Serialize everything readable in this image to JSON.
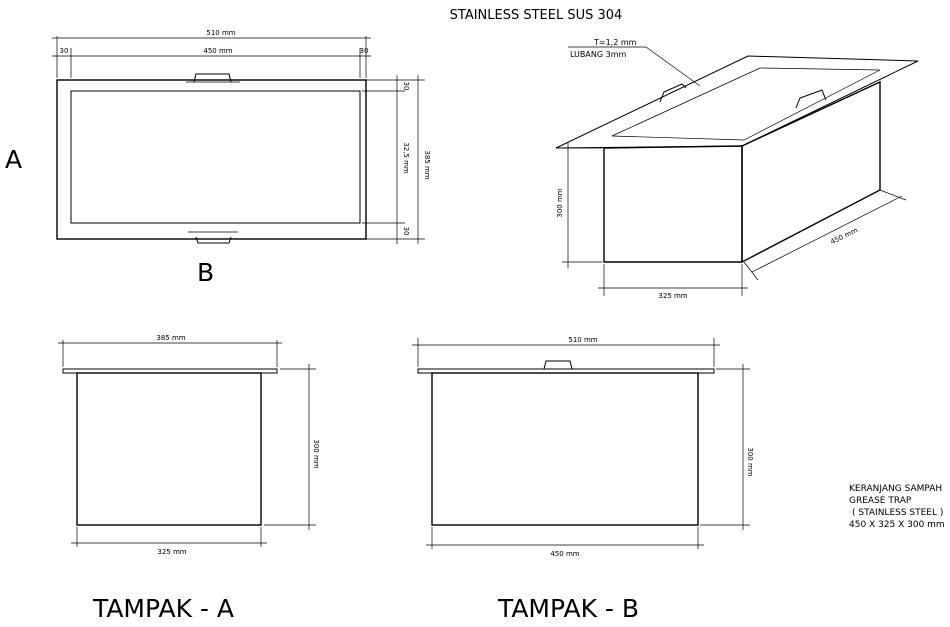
{
  "title": "STAINLESS STEEL  SUS 304",
  "views": {
    "label_a": "A",
    "label_b": "B",
    "tampak_a": "TAMPAK - A",
    "tampak_b": "TAMPAK - B"
  },
  "top_view": {
    "dim_overall_width": "510 mm",
    "dim_inner_width": "450 mm",
    "dim_side_left": "30",
    "dim_side_right": "30",
    "dim_top_margin": "30",
    "dim_bottom_margin": "30",
    "dim_inner_height": "32,5 mm",
    "dim_overall_height": "385 mm"
  },
  "iso_view": {
    "thickness": "T=1,2 mm",
    "hole": "LUBANG   3mm",
    "height": "300 mm",
    "width": "325 mm",
    "length": "450 mm"
  },
  "front_a": {
    "top_width": "385 mm",
    "height": "300 mm",
    "bottom_width": "325 mm"
  },
  "front_b": {
    "top_width": "510 mm",
    "height": "300 mm",
    "bottom_width": "450 mm"
  },
  "spec_box": {
    "line1": "KERANJANG SAMPAH",
    "line2": "GREASE TRAP",
    "line3": "( STAINLESS STEEL )",
    "line4": "450 X 325 X 300 mm"
  }
}
